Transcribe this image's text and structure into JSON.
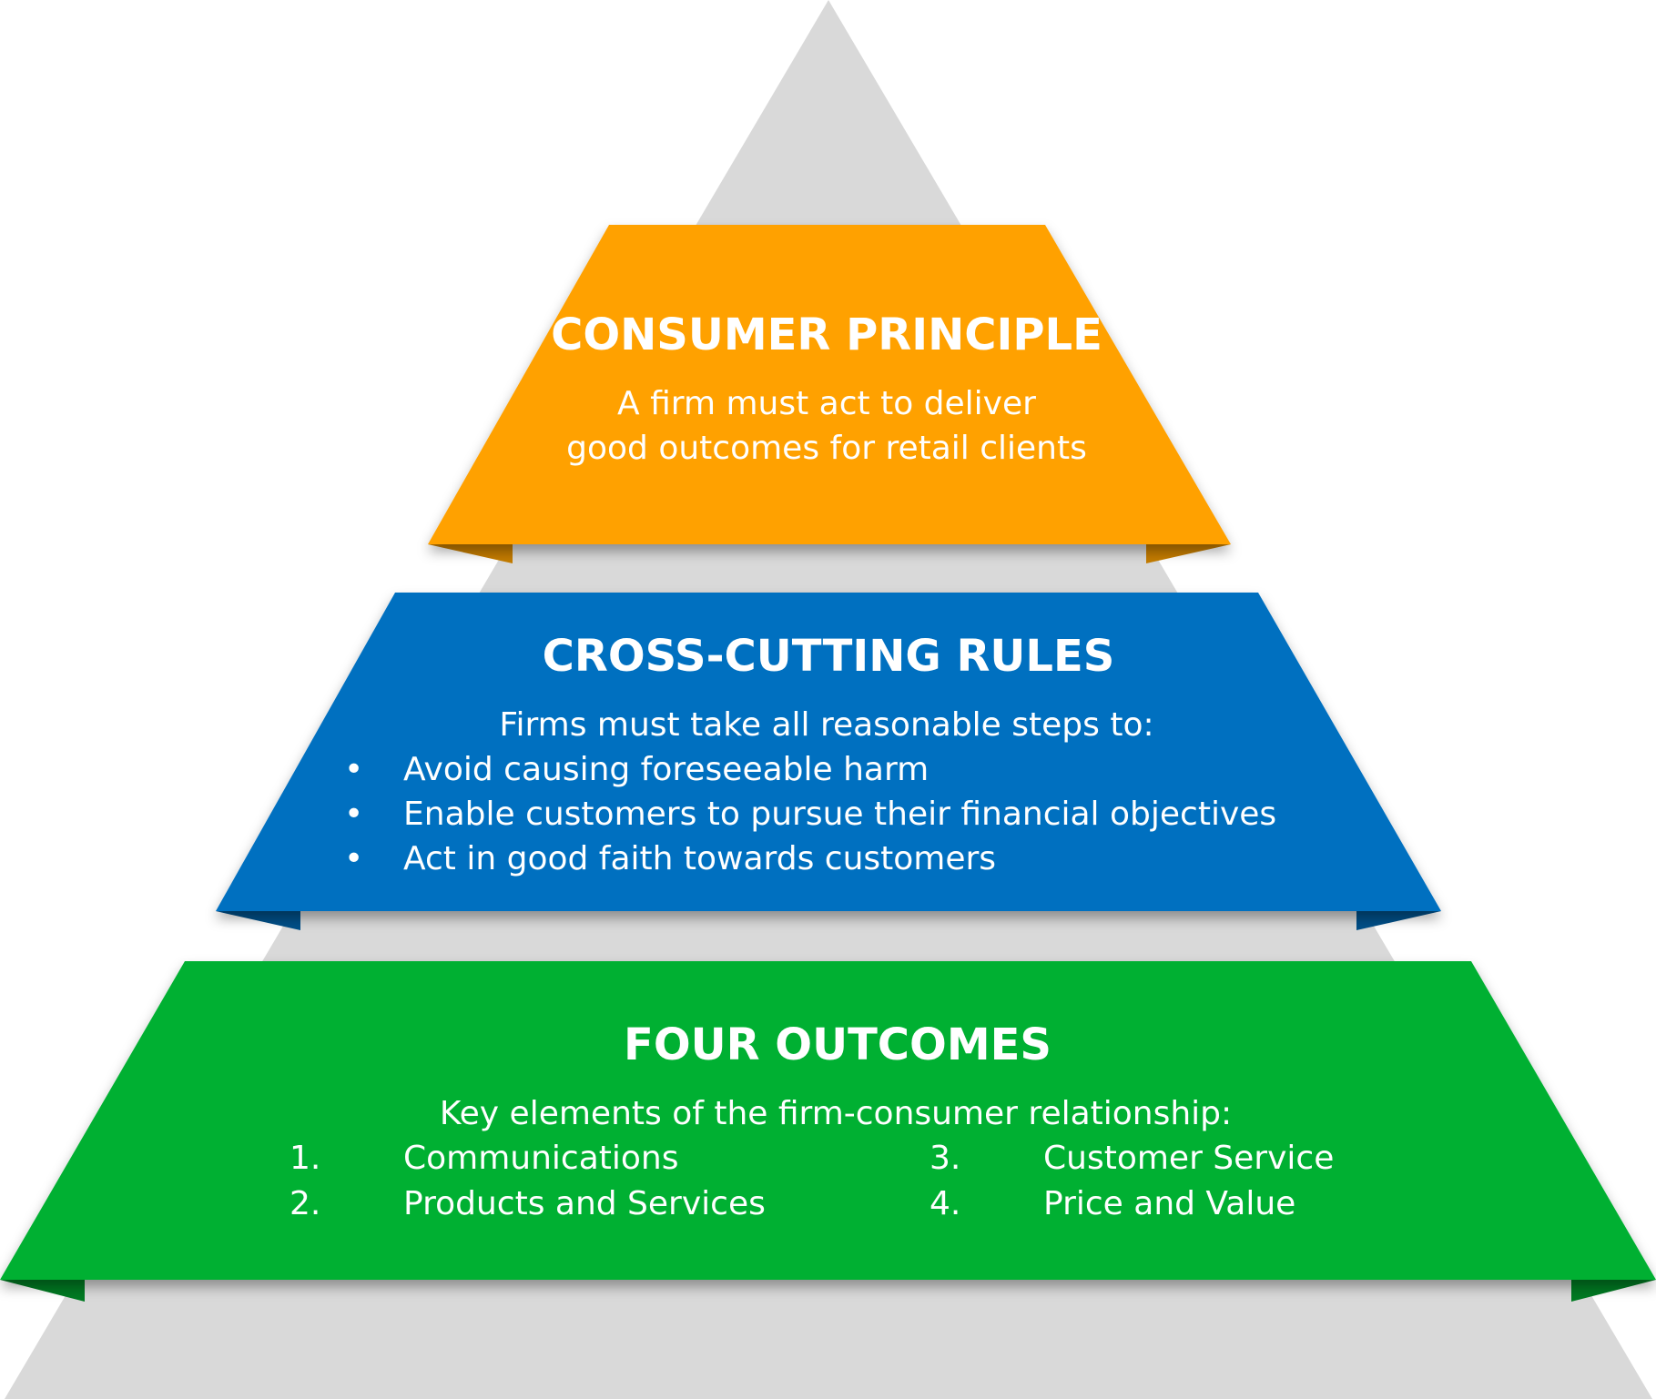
{
  "colors": {
    "background_pyramid": "#d9d9d9",
    "tier_top": "#ffa100",
    "tier_top_fold": "#c47c00",
    "tier_middle": "#0070c0",
    "tier_middle_fold": "#004f88",
    "tier_bottom": "#00b030",
    "tier_bottom_fold": "#007a22",
    "text": "#ffffff"
  },
  "tiers": {
    "consumer_principle": {
      "title": "CONSUMER PRINCIPLE",
      "lines": [
        "A firm must act to deliver",
        "good outcomes for retail clients"
      ]
    },
    "cross_cutting_rules": {
      "title": "CROSS-CUTTING RULES",
      "intro": "Firms must take all reasonable steps to:",
      "bullet_symbol": "•",
      "bullets": [
        "Avoid causing foreseeable harm",
        "Enable customers to pursue their financial objectives",
        "Act in good faith towards customers"
      ]
    },
    "four_outcomes": {
      "title": "FOUR OUTCOMES",
      "intro": "Key elements of the firm-consumer relationship:",
      "items": [
        {
          "number": "1.",
          "label": "Communications"
        },
        {
          "number": "2.",
          "label": "Products and Services"
        },
        {
          "number": "3.",
          "label": "Customer Service"
        },
        {
          "number": "4.",
          "label": "Price and Value"
        }
      ]
    }
  }
}
